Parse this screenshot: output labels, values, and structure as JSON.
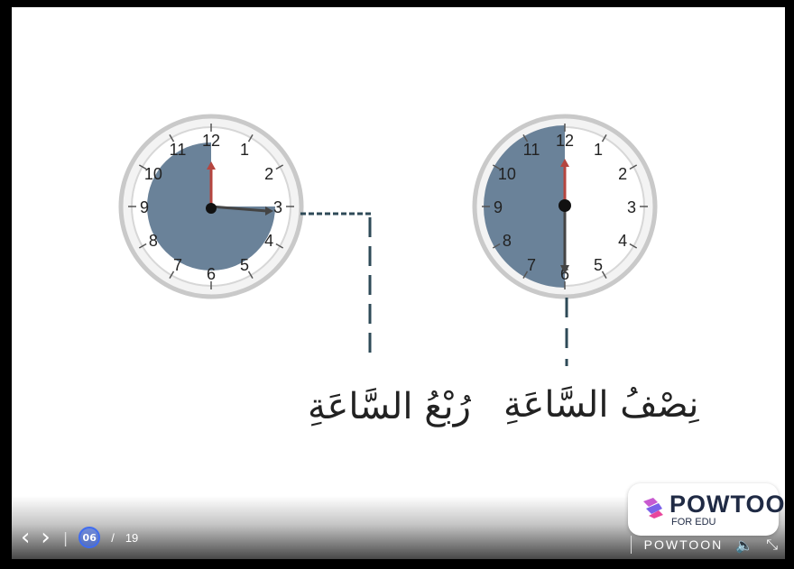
{
  "clocks": {
    "quarter": {
      "numbers": [
        "12",
        "1",
        "2",
        "3",
        "4",
        "5",
        "6",
        "7",
        "8",
        "9",
        "10",
        "11"
      ],
      "caption": "رُبْعُ السَّاعَةِ"
    },
    "half": {
      "numbers": [
        "12",
        "1",
        "2",
        "3",
        "4",
        "5",
        "6",
        "7",
        "8",
        "9",
        "10",
        "11"
      ],
      "caption": "نِصْفُ السَّاعَةِ"
    }
  },
  "colors": {
    "sector": "#6a8299",
    "hour_hand": "#b5453f",
    "minute_hand": "#444444",
    "dash": "#2e4a57"
  },
  "player": {
    "prev_icon": "chevron-left-icon",
    "next_icon": "chevron-right-icon",
    "page_current": "06",
    "page_separator": "/",
    "page_total": "19"
  },
  "brand": {
    "name": "POWTOON",
    "sub": "FOR EDU",
    "footer_word": "POWTOON"
  },
  "icons": {
    "volume": "volume-icon",
    "minimize": "minimize-icon"
  }
}
